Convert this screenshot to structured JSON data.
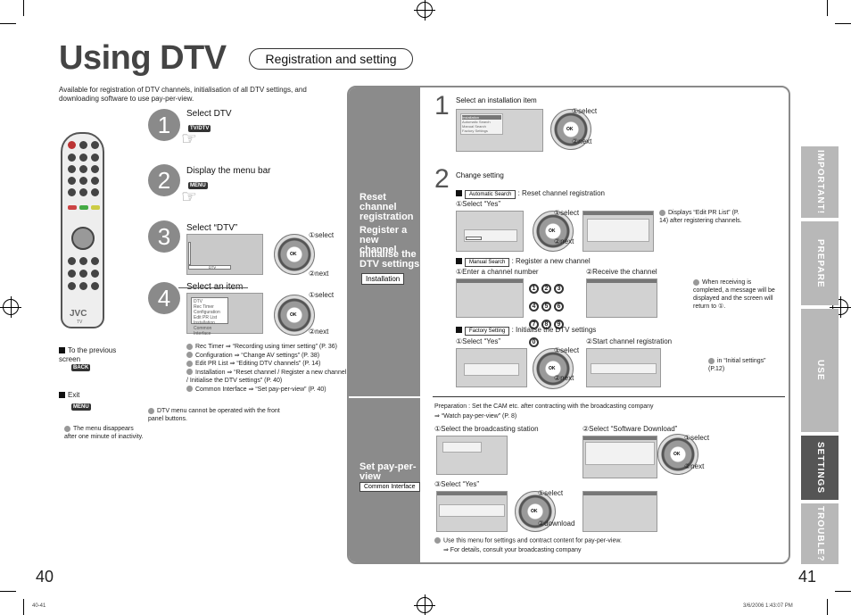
{
  "header": {
    "title": "Using DTV",
    "subtitle": "Registration and setting"
  },
  "intro": "Available for registration of DTV channels, initialisation of all DTV settings, and downloading software to use pay-per-view.",
  "steps": [
    {
      "num": "1",
      "label": "Select DTV",
      "button": "TV/DTV"
    },
    {
      "num": "2",
      "label": "Display the menu bar",
      "button": "MENU"
    },
    {
      "num": "3",
      "label": "Select “DTV”",
      "select": "①select",
      "next": "②next"
    },
    {
      "num": "4",
      "label": "Select an item",
      "select": "①select",
      "next": "②next"
    }
  ],
  "screen3_bar": "DTV",
  "screen4_menu": [
    "DTV",
    "Rec Timer",
    "Configuration",
    "Edit PR List",
    "Installation",
    "Common Interface"
  ],
  "item_list": [
    "Rec Timer ⇒ “Recording using timer setting” (P. 36)",
    "Configuration ⇒ “Change AV settings” (P. 38)",
    "Edit PR List ⇒ “Editing DTV channels” (P. 14)",
    "Installation ⇒ “Reset channel / Register a new channel / Initialise the DTV settings” (P. 40)",
    "Common Interface ⇒ “Set pay-per-view” (P. 40)"
  ],
  "left_notes": {
    "previous": "To the previous screen",
    "back_button": "BACK",
    "exit": "Exit",
    "menu_button": "MENU",
    "disappear": "The menu disappears after one minute of inactivity.",
    "front_panel": "DTV menu cannot be operated with the front panel buttons."
  },
  "remote": {
    "brand": "JVC",
    "model": "TV"
  },
  "panel": {
    "sections": {
      "reset": "Reset channel registration",
      "register": "Register a new channel",
      "initialise": "Initialise the DTV settings",
      "installation_tag": "Installation",
      "paypv": "Set pay-per-view",
      "ci_tag": "Common Interface"
    },
    "step1": {
      "num": "1",
      "label": "Select an installation item",
      "select": "①select",
      "next": "②next",
      "menu": [
        "Installation",
        "Automatic Search",
        "Manual Search",
        "Factory Settings"
      ]
    },
    "step2": {
      "num": "2",
      "label": "Change setting"
    },
    "auto": {
      "tag": "Automatic Search",
      "desc": ": Reset channel registration",
      "sel_yes": "①Select “Yes”",
      "select": "①select",
      "next": "②next",
      "note": "Displays “Edit PR List” (P. 14) after registering channels."
    },
    "manual": {
      "tag": "Manual Search",
      "desc": ": Register a new channel",
      "enter": "①Enter a channel number",
      "receive": "②Receive the channel",
      "digits": [
        "1",
        "2",
        "3",
        "4",
        "5",
        "6",
        "7",
        "8",
        "9",
        "0"
      ],
      "note": "When receiving is completed, a message will be displayed and the screen will return to ①."
    },
    "factory": {
      "tag": "Factory Setting",
      "desc": ": Initialise the DTV settings",
      "sel_yes": "①Select “Yes”",
      "start": "②Start channel registration",
      "select": "①select",
      "next": "②next",
      "note": "in “Initial settings” (P.12)"
    },
    "paypv": {
      "prep1": "Preparation : Set the CAM etc. after contracting with the broadcasting company",
      "prep2": "⇒ “Watch pay-per-view” (P. 8)",
      "sel_station": "①Select the broadcasting station",
      "sel_download": "②Select “Software Download”",
      "sel_yes": "③Select “Yes”",
      "select": "①select",
      "next": "②next",
      "download": "②download",
      "note1": "Use this menu for settings and contract content for pay-per-view.",
      "note2": "⇒ For details, consult your broadcasting company"
    }
  },
  "side_tabs": [
    "IMPORTANT!",
    "PREPARE",
    "USE",
    "SETTINGS",
    "TROUBLE?"
  ],
  "page_left": "40",
  "page_right": "41",
  "footer_left": "40-41",
  "footer_right": "3/6/2006   1:43:07 PM"
}
